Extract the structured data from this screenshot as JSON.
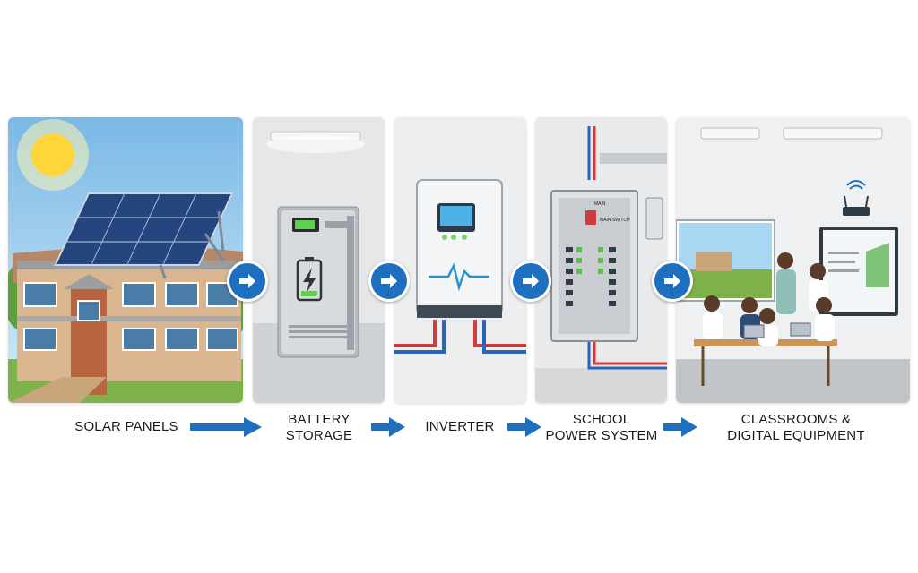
{
  "steps": [
    {
      "label": "SOLAR PANELS"
    },
    {
      "label_line1": "BATTERY",
      "label_line2": "STORAGE",
      "battery_icon": "lightning-bolt-icon"
    },
    {
      "label": "INVERTER"
    },
    {
      "label_line1": "SCHOOL",
      "label_line2": "POWER SYSTEM",
      "panel_text": {
        "main": "MAIN",
        "switch": "MAIN SWITCH"
      }
    },
    {
      "label_line1": "CLASSROOMS &",
      "label_line2": "DIGITAL EQUIPMENT"
    }
  ],
  "colors": {
    "accent": "#1f6fc0",
    "sky": "#8fc7ea",
    "panel_bg": "#e9eaeb"
  },
  "icons": [
    "sun-icon",
    "arrow-right-icon",
    "wifi-router-icon",
    "lightning-bolt-icon"
  ]
}
